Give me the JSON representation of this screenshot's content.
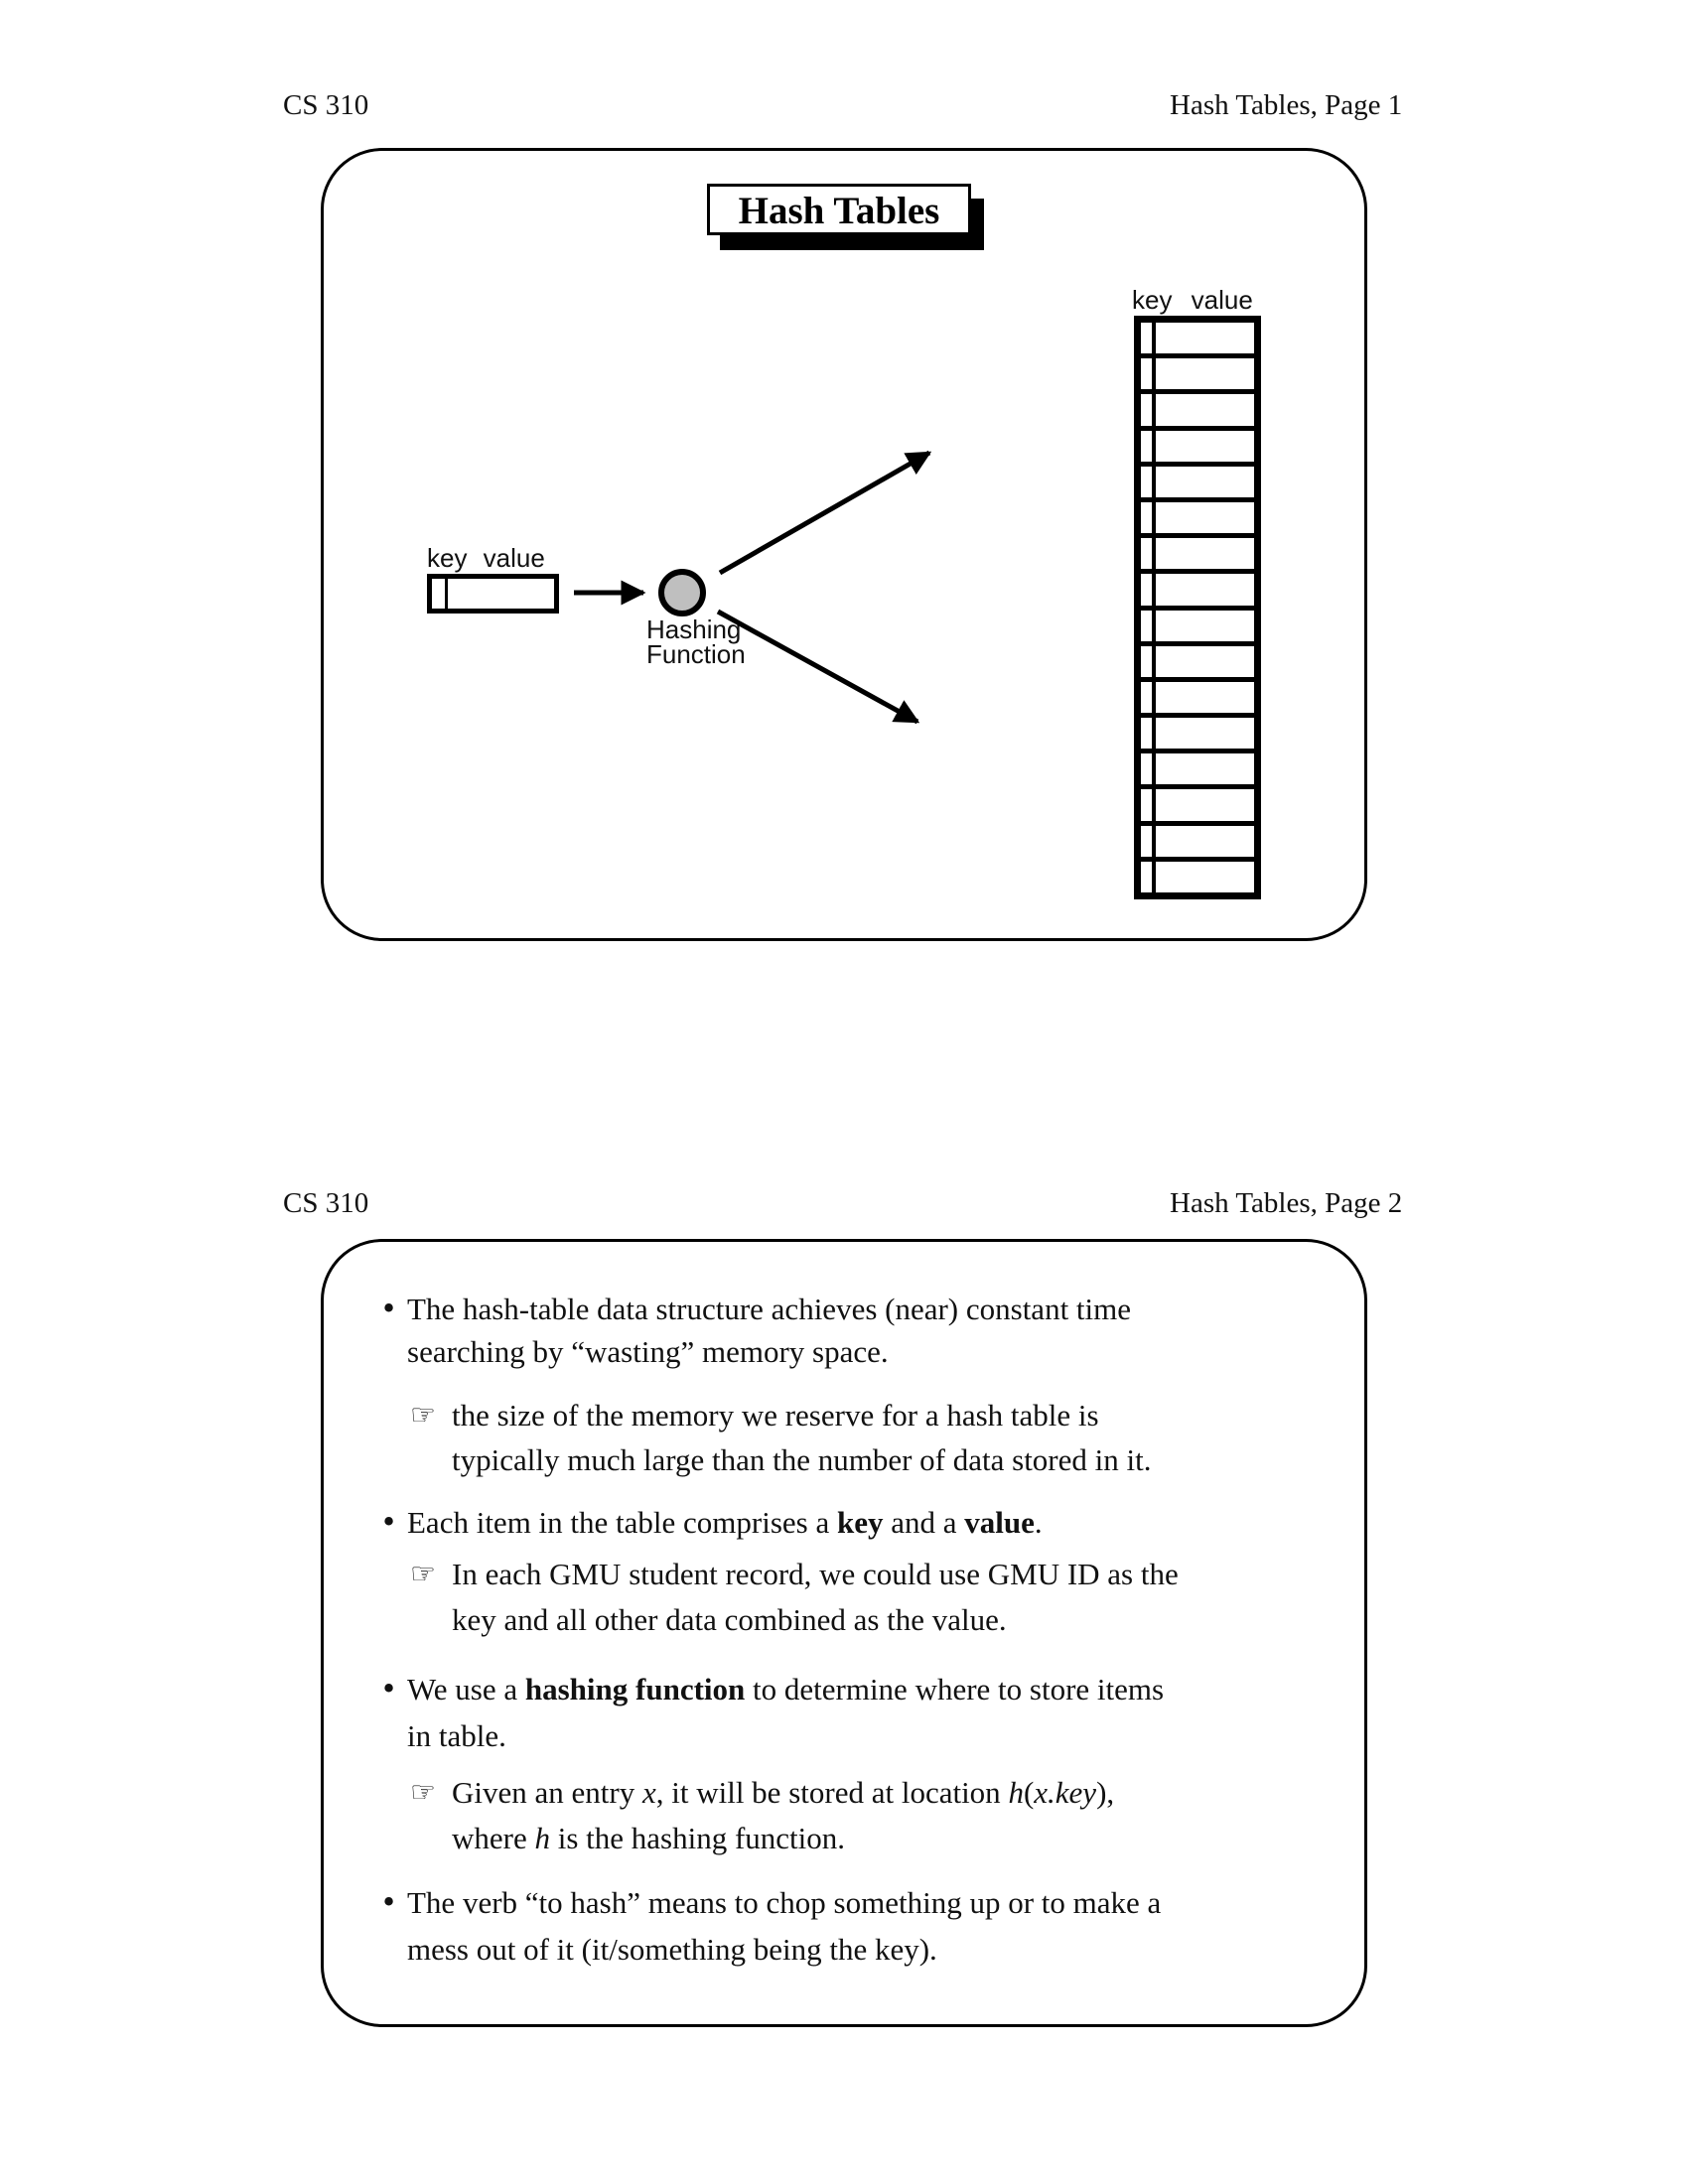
{
  "page1": {
    "header_left": "CS 310",
    "header_right": "Hash Tables, Page 1",
    "slide": {
      "title": "Hash Tables",
      "input_record_label": "key value",
      "hashing_label_line1": "Hashing",
      "hashing_label_line2": "Function",
      "table_label": "key value",
      "table_row_count": 16
    }
  },
  "page2": {
    "header_left": "CS 310",
    "header_right": "Hash Tables, Page 2",
    "markers": {
      "bullet": "•",
      "pointer": "☞"
    },
    "bullets": {
      "b1": {
        "l1": "The hash-table data structure achieves (near) constant time",
        "l2": "searching by “wasting” memory space."
      },
      "s1": {
        "l1": "the size of the memory we reserve for a hash table is",
        "l2": "typically much large than the number of data stored in it."
      },
      "b2": {
        "l1a": "Each item in the table comprises a ",
        "l1b": "key",
        "l1c": " and a ",
        "l1d": "value",
        "l1e": "."
      },
      "s2": {
        "l1": "In each GMU student record, we could use GMU ID as the",
        "l2": "key and all other data combined as the value."
      },
      "b3": {
        "l1a": "We use a ",
        "l1b": "hashing function",
        "l1c": " to determine where to store items",
        "l2": "in table."
      },
      "s3": {
        "l1a": "Given an entry ",
        "l1b": "x",
        "l1c": ", it will be stored at location ",
        "l1d": "h",
        "l1e": "(",
        "l1f": "x.key",
        "l1g": "),",
        "l2a": "where ",
        "l2b": "h",
        "l2c": " is the hashing function."
      },
      "b4": {
        "l1": "The verb “to hash” means to chop something up or to make a",
        "l2": "mess out of it (it/something being the key)."
      }
    }
  },
  "colors": {
    "ink": "#000000",
    "paper": "#ffffff",
    "hash_circle_fill": "#bfbfbf"
  }
}
